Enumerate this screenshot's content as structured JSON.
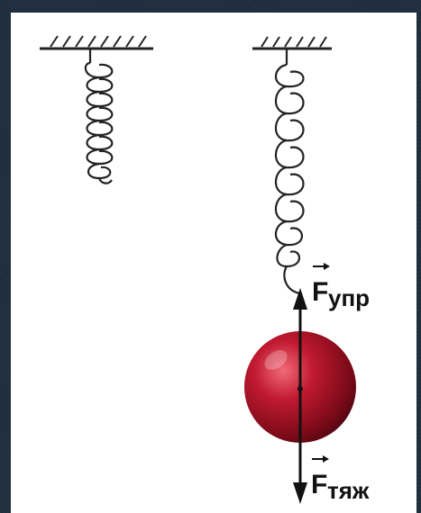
{
  "labels": {
    "elastic_force": {
      "letter": "F",
      "subscript": "упр"
    },
    "gravity_force": {
      "letter": "F",
      "subscript": "тяж"
    }
  },
  "colors": {
    "frame": "#1d2b3c",
    "spring": "#222222",
    "ball": "#b0162b",
    "arrow": "#111111"
  }
}
